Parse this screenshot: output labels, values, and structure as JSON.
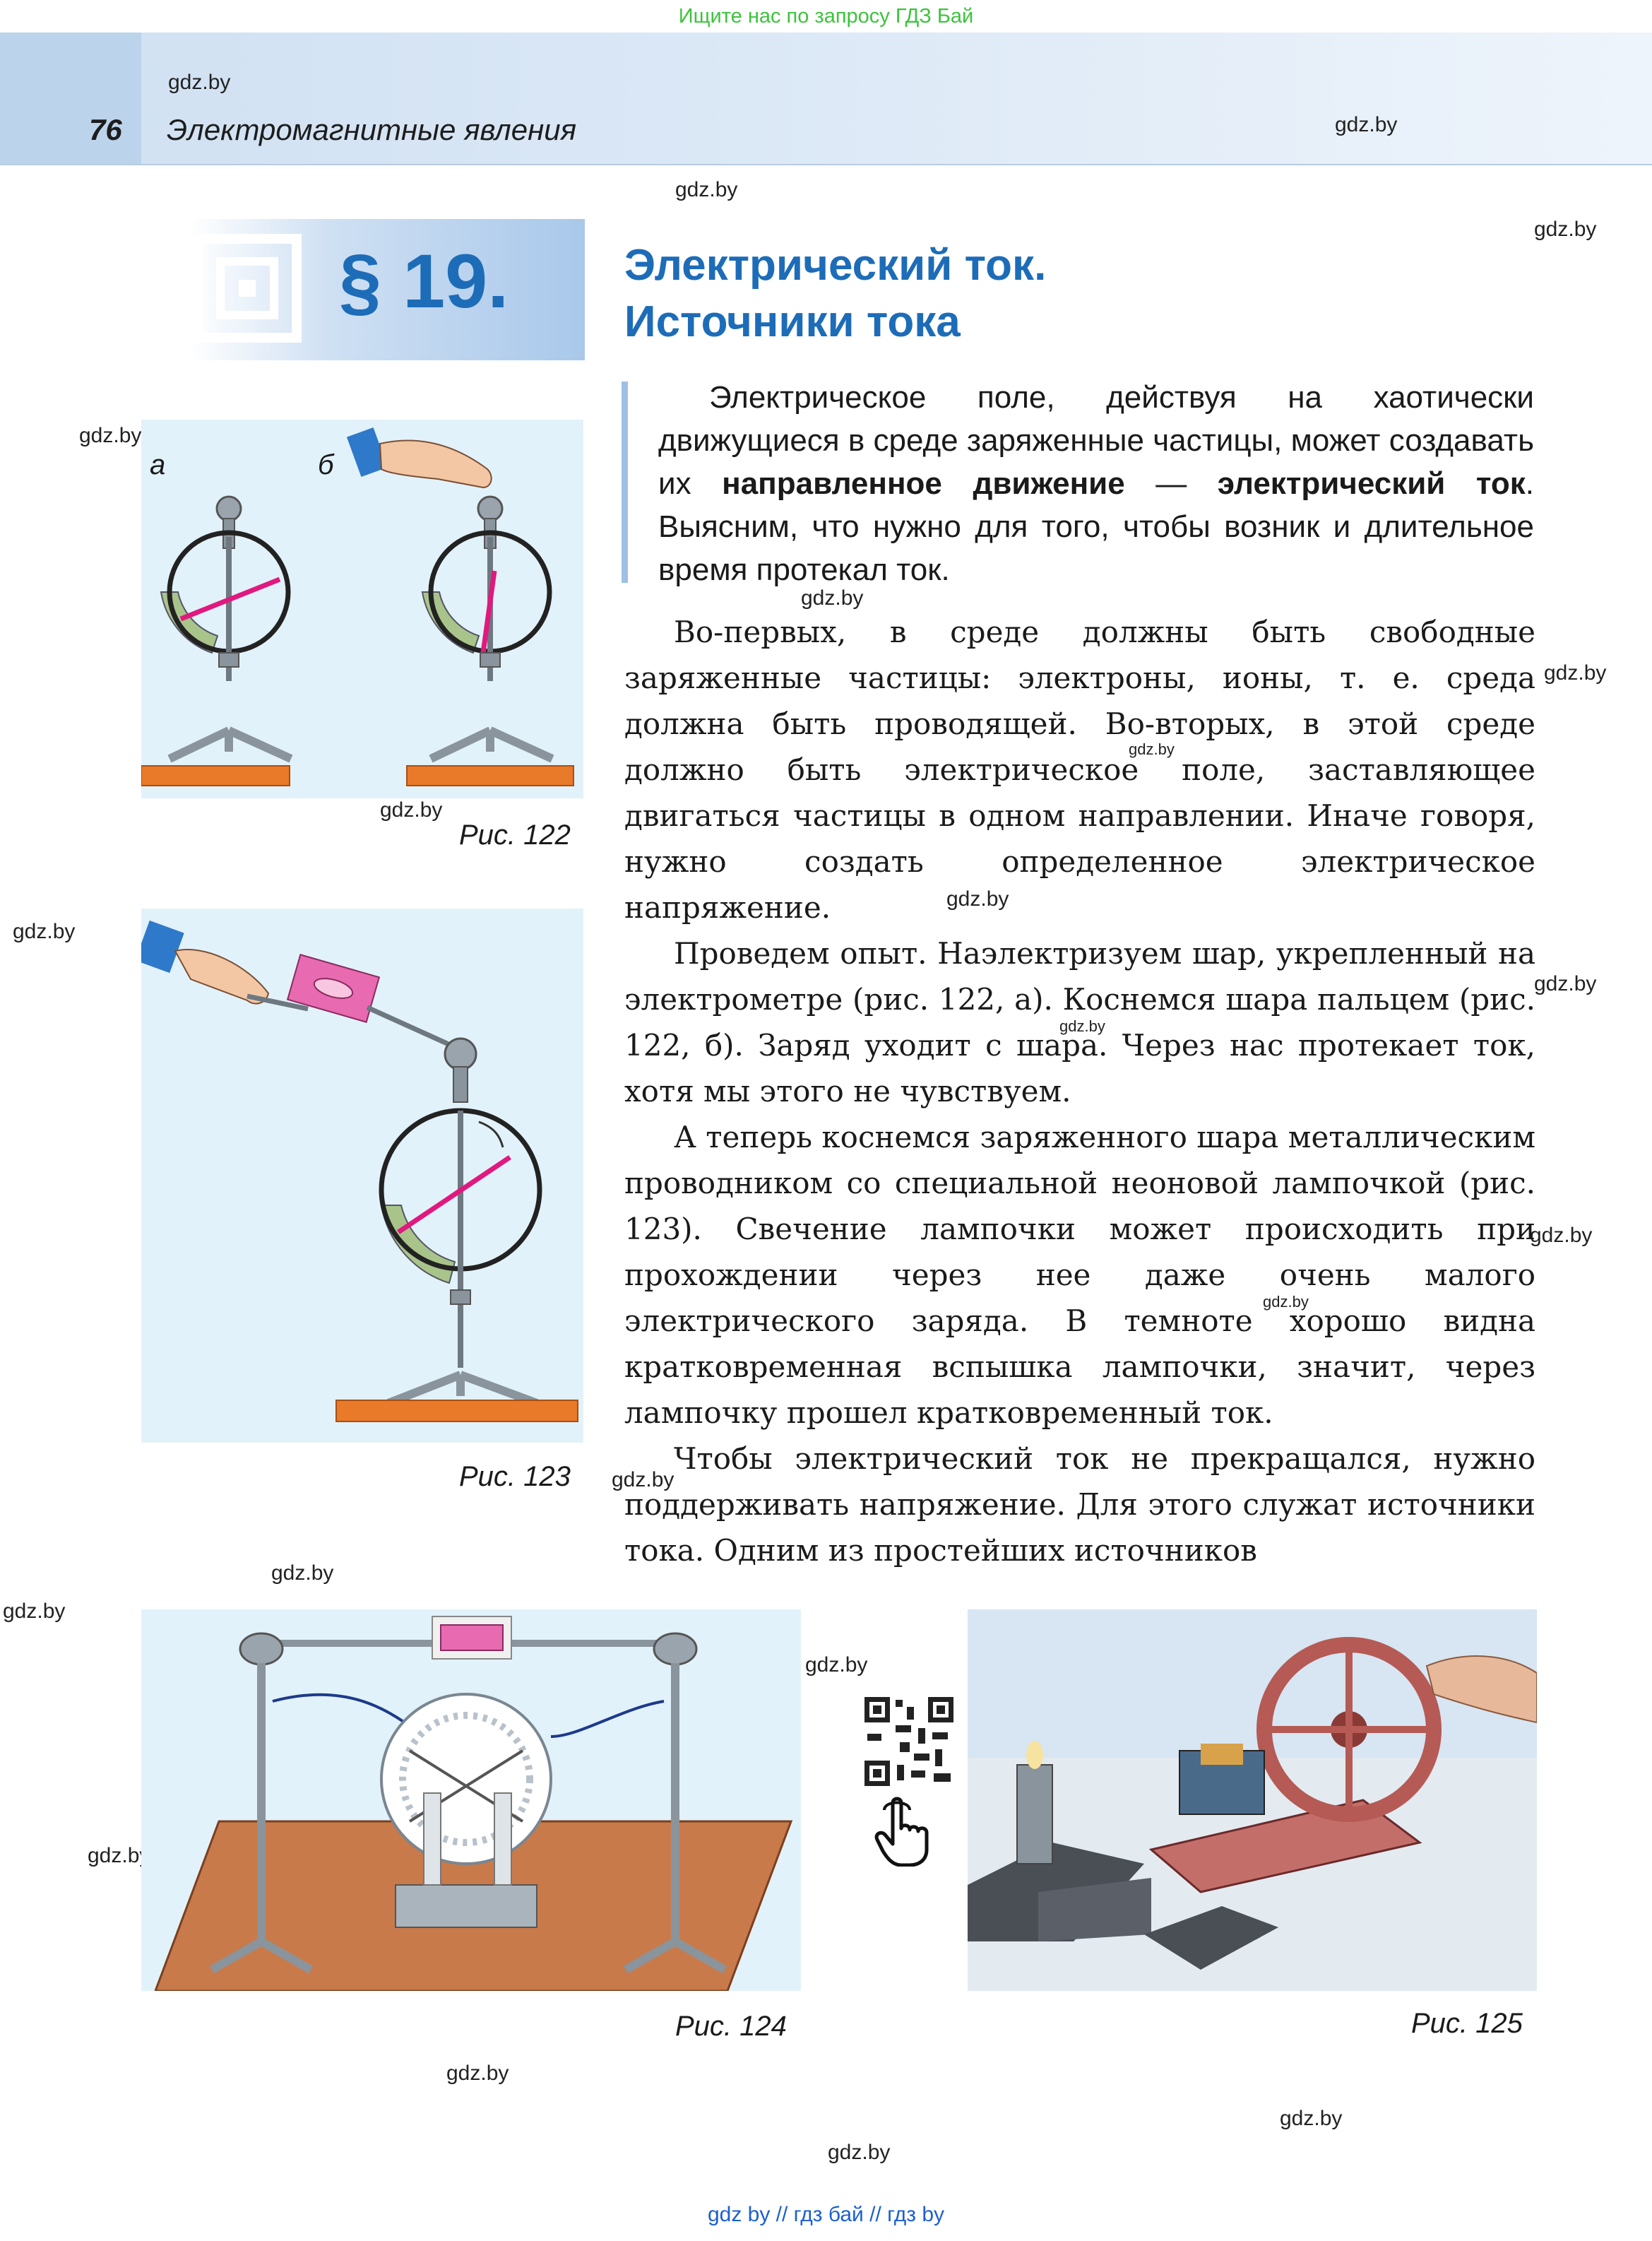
{
  "banner": "Ищите нас по запросу ГДЗ Бай",
  "header": {
    "page_number": "76",
    "running_title": "Электромагнитные явления"
  },
  "section": {
    "number": "§ 19.",
    "title_line1": "Электрический ток.",
    "title_line2": "Источники тока"
  },
  "intro": {
    "part1": "Электрическое поле, действуя на хаотически движущиеся в среде заряженные частицы, может создавать их ",
    "bold1": "направленное движение",
    "dash": " — ",
    "bold2": "электрический ток",
    "part2": ". Выясним, что нужно для того, чтобы возник и длительное время протекал ток."
  },
  "body": {
    "p1": "Во-первых, в среде должны быть свободные заряженные частицы: электроны, ионы, т. е. среда должна быть проводящей. Во-вторых, в этой среде должно быть электрическое поле, заставляющее двигаться частицы в одном направлении. Иначе говоря, нужно создать определенное электрическое напряжение.",
    "p2": "Проведем опыт. Наэлектризуем шар, укрепленный на электрометре (рис. 122, а). Коснемся шара пальцем (рис. 122, б). Заряд уходит с шара. Через нас протекает ток, хотя мы этого не чувствуем.",
    "p3": "А теперь коснемся заряженного шара металлическим проводником со специальной неоновой лампочкой (рис. 123). Свечение лампочки может происходить при прохождении через нее даже очень малого электрического заряда. В темноте хорошо видна кратковременная вспышка лампочки, значит, через лампочку прошел кратковременный ток.",
    "p4": "Чтобы электрический ток не прекращался, нужно поддерживать напряжение. Для этого служат источники тока. Одним из простейших источников"
  },
  "figures": {
    "fig122": {
      "caption": "Рис. 122",
      "label_a": "а",
      "label_b": "б"
    },
    "fig123": {
      "caption": "Рис. 123"
    },
    "fig124": {
      "caption": "Рис. 124"
    },
    "fig125": {
      "caption": "Рис. 125"
    }
  },
  "watermarks": {
    "site": "gdz.by"
  },
  "footer": "gdz by  //  гдз бай  //  гдз by",
  "colors": {
    "title_blue": "#1d6cb8",
    "figure_bg": "#e2f2fa",
    "banner_green": "#3cc43c",
    "needle": "#e0197f",
    "base_orange": "#e87a2a"
  }
}
